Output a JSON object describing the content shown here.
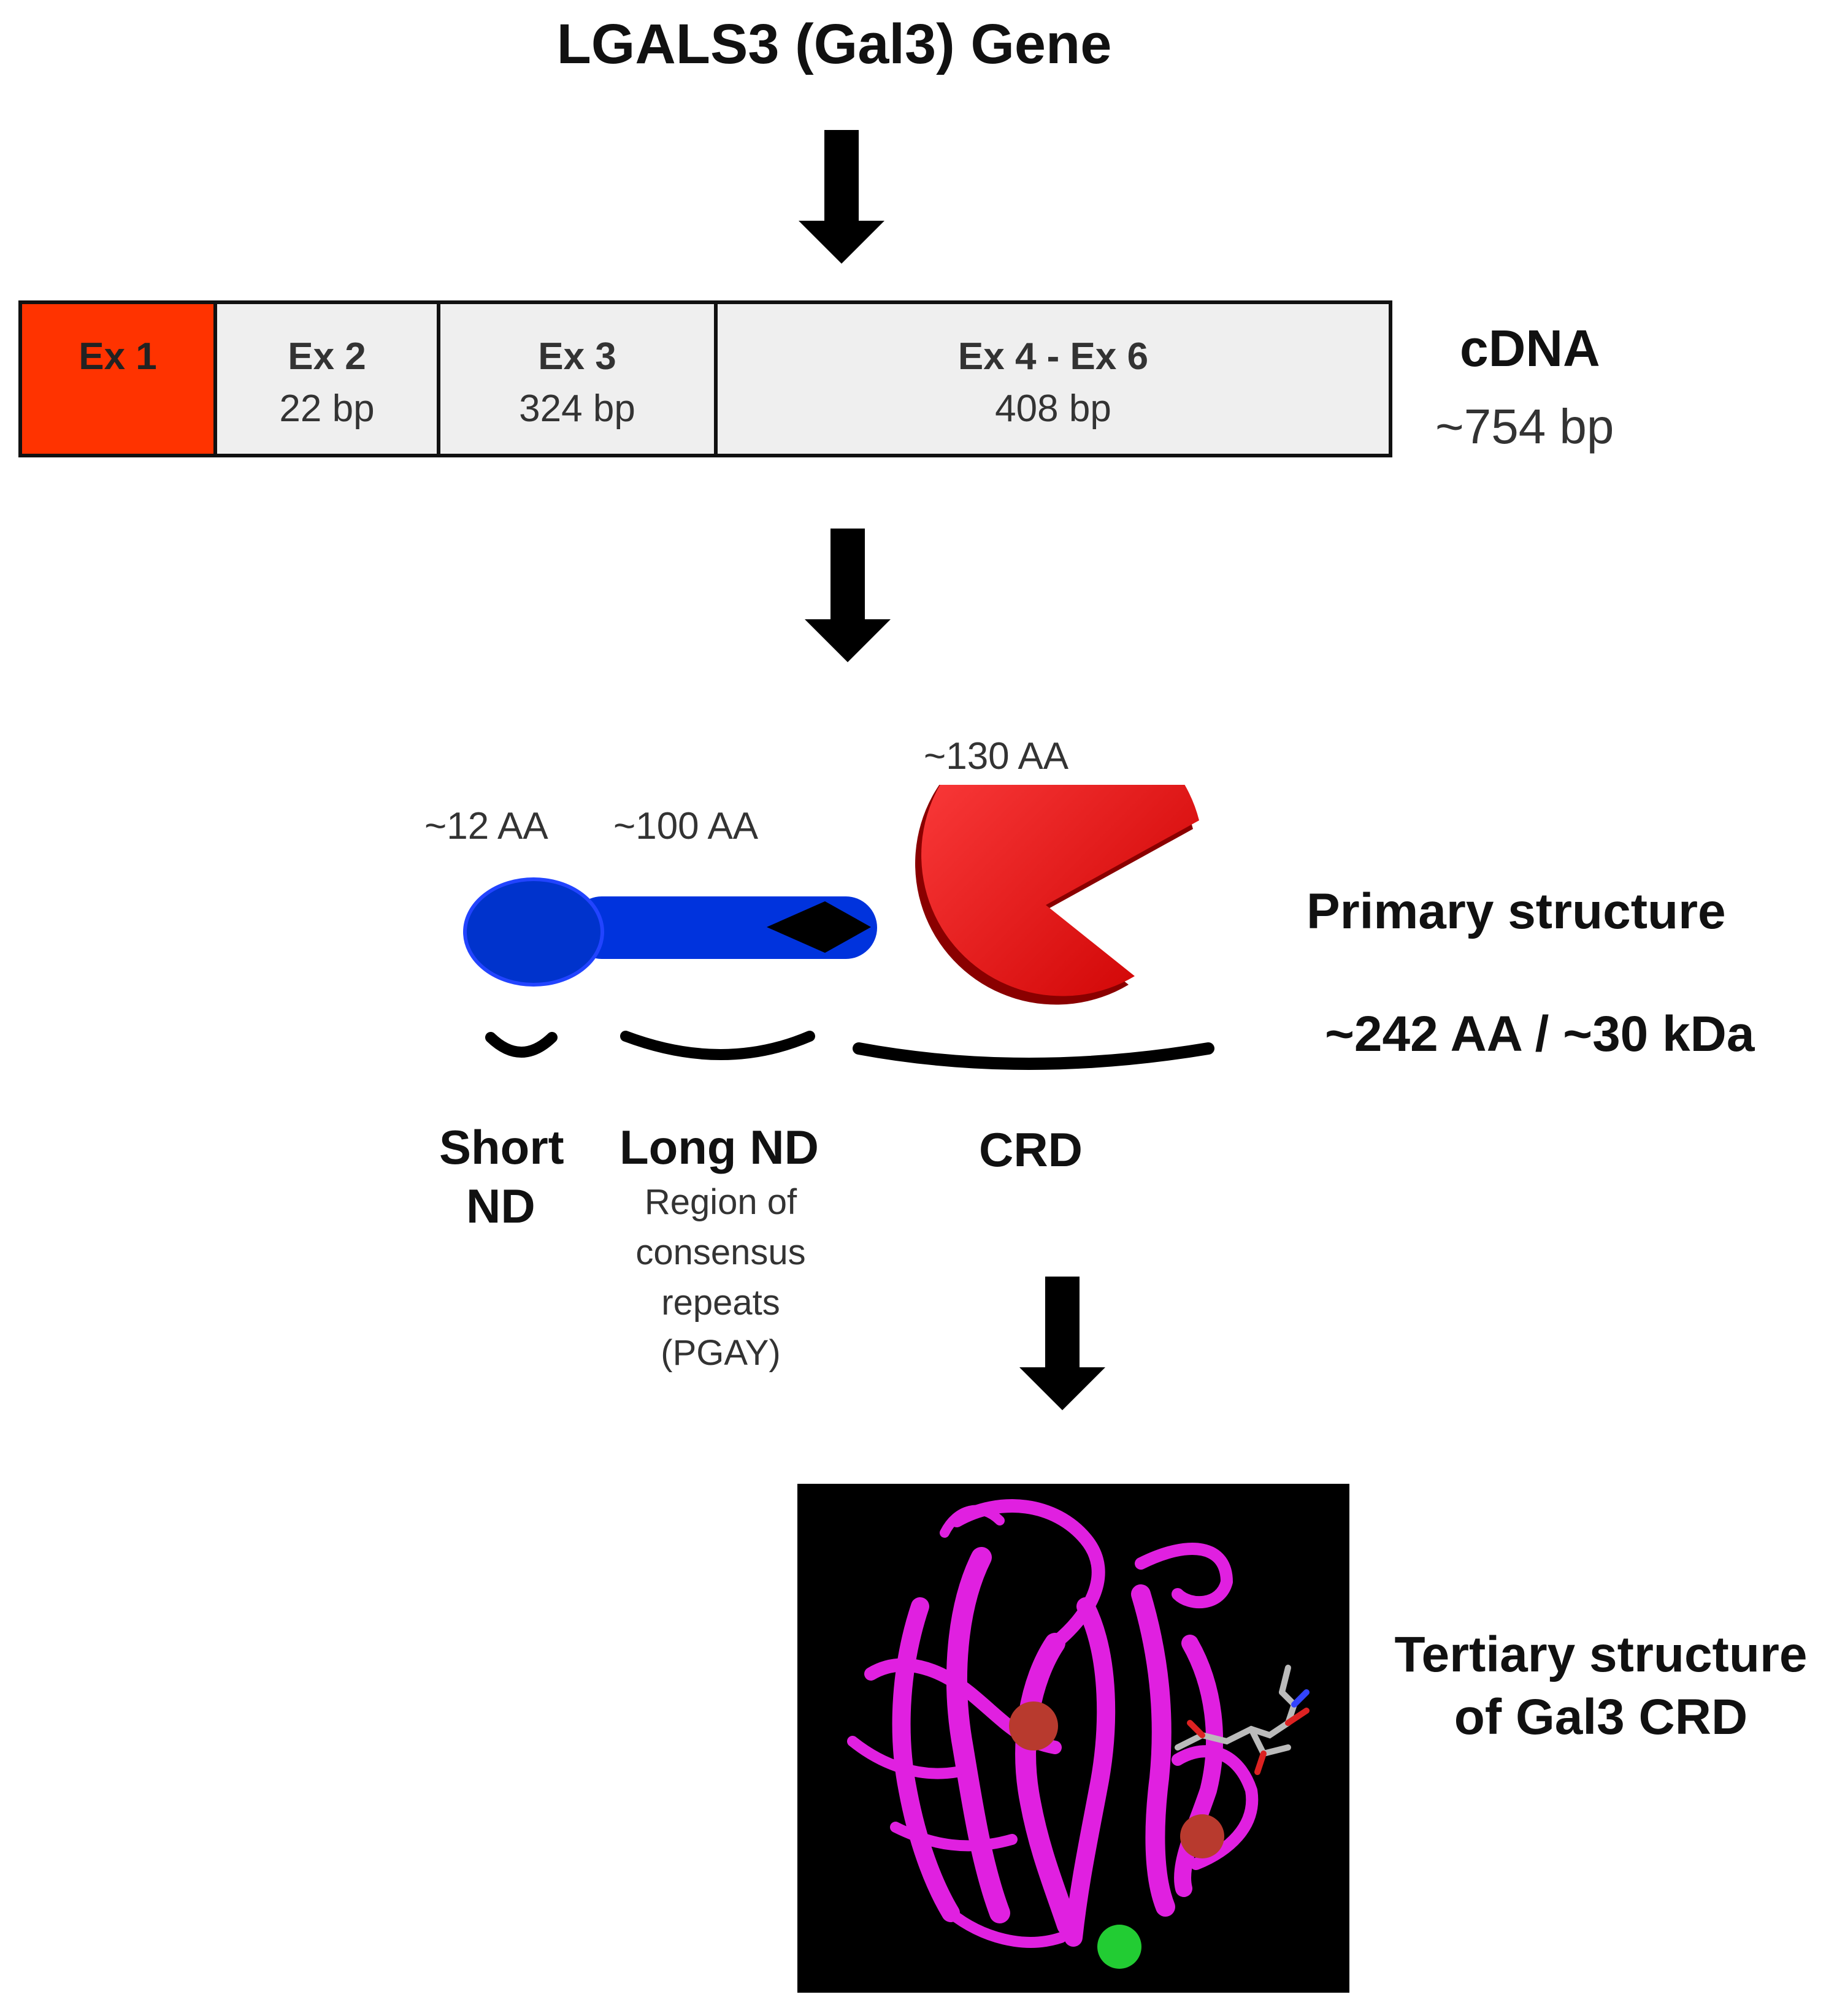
{
  "title": "LGALS3 (Gal3) Gene",
  "exons": [
    {
      "name": "Ex 1",
      "length": "",
      "color": "#ff3300"
    },
    {
      "name": "Ex 2",
      "length": "22 bp",
      "color": "#efefef"
    },
    {
      "name": "Ex 3",
      "length": "324 bp",
      "color": "#efefef"
    },
    {
      "name": "Ex 4 - Ex 6",
      "length": "408 bp",
      "color": "#efefef"
    }
  ],
  "cdna": {
    "label": "cDNA",
    "size": "~754 bp"
  },
  "domains": {
    "short_nd": {
      "aa": "~12 AA",
      "label_line1": "Short",
      "label_line2": "ND",
      "color": "#0033cc"
    },
    "long_nd": {
      "aa": "~100 AA",
      "label": "Long ND",
      "desc_line1": "Region of",
      "desc_line2": "consensus",
      "desc_line3": "repeats",
      "desc_line4": "(PGAY)",
      "color": "#0033dd"
    },
    "crd": {
      "aa": "~130 AA",
      "label": "CRD",
      "color": "#dd0000"
    }
  },
  "primary": {
    "label": "Primary structure",
    "size": "~242 AA / ~30 kDa"
  },
  "tertiary": {
    "line1": "Tertiary structure",
    "line2": "of Gal3 CRD"
  }
}
